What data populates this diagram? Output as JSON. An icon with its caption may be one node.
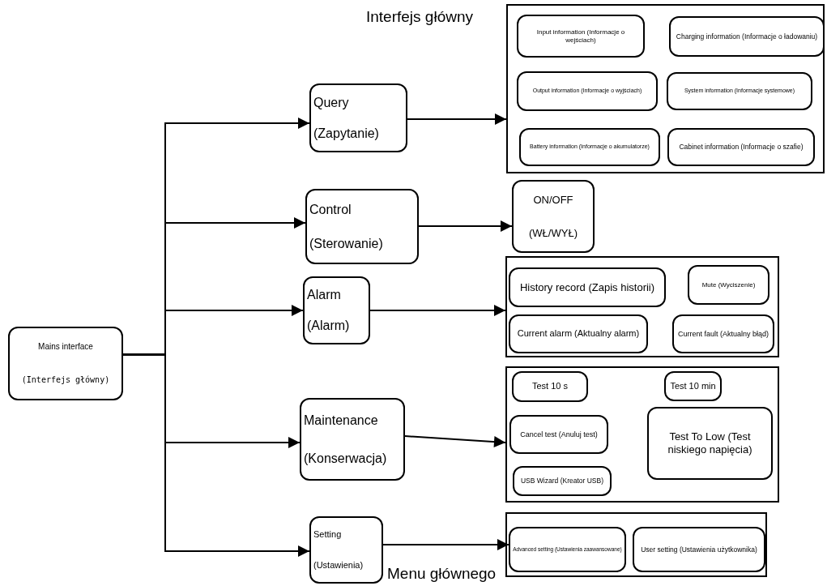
{
  "diagram": {
    "nodes": [
      {
        "text": [
          "Mains interface",
          "(Interfejs główny)"
        ]
      },
      {
        "text": [
          "Query",
          "(Zapytanie)"
        ]
      },
      {
        "text": [
          "Control",
          "(Sterowanie)"
        ]
      },
      {
        "text": [
          "Alarm",
          "(Alarm)"
        ]
      },
      {
        "text": [
          "Maintenance",
          "(Konserwacja)"
        ]
      },
      {
        "text": [
          "Setting",
          "(Ustawienia)"
        ]
      },
      {
        "text": [],
        "shape": "box"
      },
      {
        "text": [
          "Input information (Informacje o wejściach)"
        ],
        "in": 6
      },
      {
        "text": [
          "Charging information (Informacje o ładowaniu)"
        ],
        "in": 6
      },
      {
        "text": [
          "Output information (Informacje o wyjściach)"
        ],
        "in": 6
      },
      {
        "text": [
          "System information (Informacje systemowe)"
        ],
        "in": 6
      },
      {
        "text": [
          "Battery information (Informacje o akumulatorze)"
        ],
        "in": 6
      },
      {
        "text": [
          "Cabinet information (Informacje o szafie)"
        ],
        "in": 6
      },
      {
        "text": [
          "ON/OFF",
          "(WŁ/WYŁ)"
        ]
      },
      {
        "text": [],
        "shape": "box"
      },
      {
        "text": [
          "History record (Zapis historii)"
        ],
        "in": 14
      },
      {
        "text": [
          "Mute (Wyciszenie)"
        ],
        "in": 14
      },
      {
        "text": [
          "Current alarm (Aktualny alarm)"
        ],
        "in": 14
      },
      {
        "text": [
          "Current fault (Aktualny błąd)"
        ],
        "in": 14
      },
      {
        "text": [],
        "shape": "box"
      },
      {
        "text": [
          "Test 10 s"
        ],
        "in": 19
      },
      {
        "text": [
          "Test 10 min"
        ],
        "in": 19
      },
      {
        "text": [
          "Cancel test (Anuluj test)"
        ],
        "in": 19
      },
      {
        "text": [
          "Test To Low (Test niskiego napięcia)"
        ],
        "in": 19
      },
      {
        "text": [
          "USB Wizard (Kreator USB)"
        ],
        "in": 19
      },
      {
        "text": [],
        "shape": "box"
      },
      {
        "text": [
          "Advanced setting (Ustawienia zaawansowane)"
        ],
        "in": 25
      },
      {
        "text": [
          "User setting (Ustawienia użytkownika)"
        ],
        "in": 25
      }
    ],
    "edges": [
      {
        "from": 0,
        "to": 1,
        "arrow": "to"
      },
      {
        "from": 0,
        "to": 2,
        "arrow": "to"
      },
      {
        "from": 0,
        "to": 3,
        "arrow": "to"
      },
      {
        "from": 0,
        "to": 4,
        "arrow": "to"
      },
      {
        "from": 0,
        "to": 5,
        "arrow": "to"
      },
      {
        "from": 1,
        "to": 6,
        "arrow": "to"
      },
      {
        "from": 2,
        "to": 13,
        "arrow": "to"
      },
      {
        "from": 3,
        "to": 14,
        "arrow": "to"
      },
      {
        "from": 4,
        "to": 19,
        "arrow": "to"
      },
      {
        "from": 5,
        "to": 26,
        "arrow": "to"
      }
    ],
    "labels": [
      "Interfejs główny",
      "Menu głównego"
    ]
  }
}
